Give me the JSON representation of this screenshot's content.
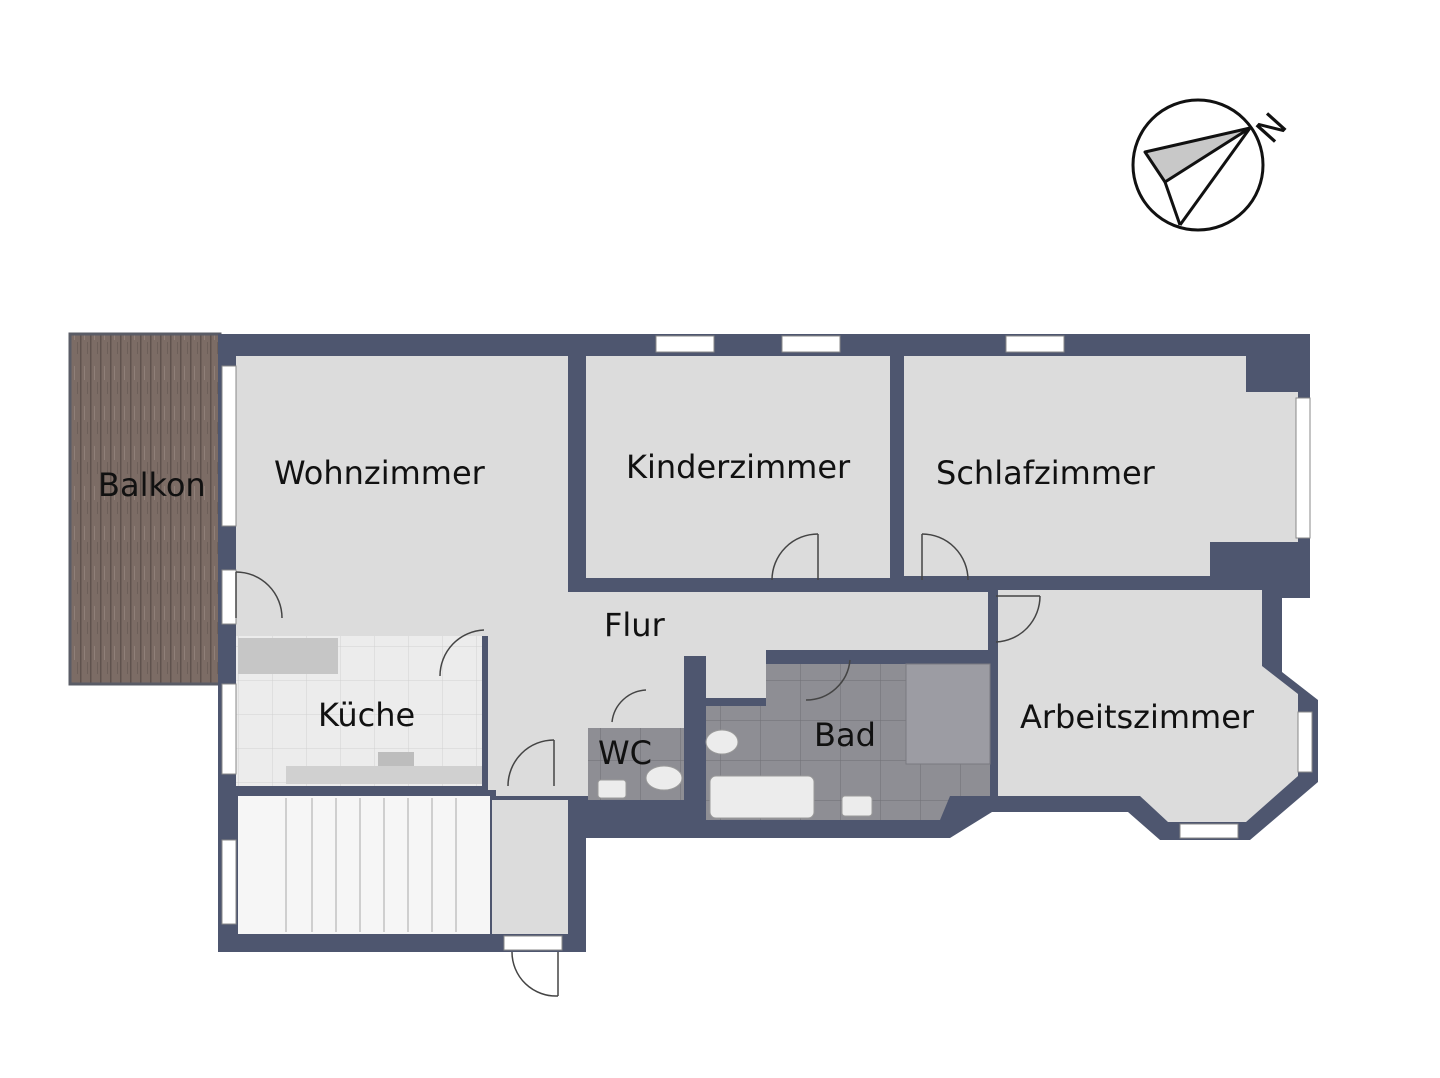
{
  "compass": {
    "icon": "north-arrow-icon",
    "label": "N"
  },
  "rooms": {
    "balkon": "Balkon",
    "wohnzimmer": "Wohnzimmer",
    "kinderzimmer": "Kinderzimmer",
    "schlafzimmer": "Schlafzimmer",
    "flur": "Flur",
    "kueche": "Küche",
    "wc": "WC",
    "bad": "Bad",
    "arbeitszimmer": "Arbeitszimmer"
  },
  "colors": {
    "wall": "#4e566f",
    "floor": "#dcdcdc",
    "bath_tile": "#8d8d93",
    "balcony_wood": "#7a6b64",
    "kitchen_tile": "#ececec",
    "stair": "#f4f4f4"
  }
}
